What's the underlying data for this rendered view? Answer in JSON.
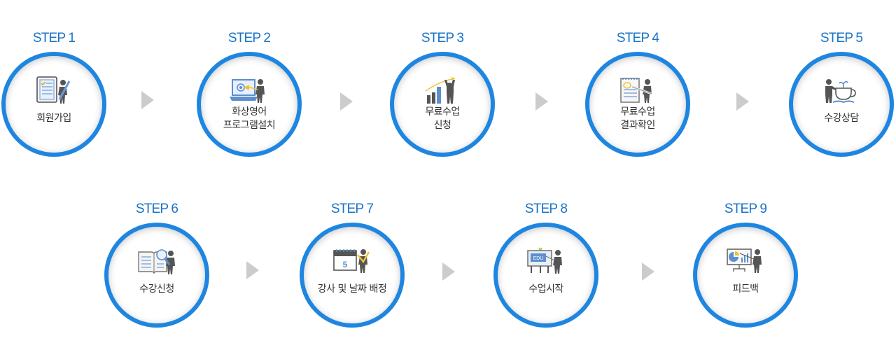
{
  "colors": {
    "accent": "#1e86e0",
    "step_label": "#1a73c6",
    "text": "#333333",
    "arrow": "#cccccc"
  },
  "steps": [
    {
      "label": "STEP 1",
      "title_lines": [
        "회원가입"
      ],
      "icon": "signup-clipboard-icon"
    },
    {
      "label": "STEP 2",
      "title_lines": [
        "화상영어",
        "프로그램설치"
      ],
      "icon": "laptop-install-icon"
    },
    {
      "label": "STEP 3",
      "title_lines": [
        "무료수업",
        "신청"
      ],
      "icon": "growth-chart-icon"
    },
    {
      "label": "STEP 4",
      "title_lines": [
        "무료수업",
        "결과확인"
      ],
      "icon": "notepad-check-icon"
    },
    {
      "label": "STEP 5",
      "title_lines": [
        "수강상담"
      ],
      "icon": "coffee-consult-icon"
    },
    {
      "label": "STEP 6",
      "title_lines": [
        "수강신청"
      ],
      "icon": "book-search-icon"
    },
    {
      "label": "STEP 7",
      "title_lines": [
        "강사 및 날짜 배정"
      ],
      "icon": "calendar-assign-icon",
      "calendar_day": "5"
    },
    {
      "label": "STEP 8",
      "title_lines": [
        "수업시작"
      ],
      "icon": "classroom-board-icon",
      "board_text": "EDU"
    },
    {
      "label": "STEP 9",
      "title_lines": [
        "피드백"
      ],
      "icon": "presentation-feedback-icon"
    }
  ],
  "arrows": [
    "next-arrow",
    "next-arrow",
    "next-arrow",
    "next-arrow",
    "next-arrow",
    "next-arrow",
    "next-arrow"
  ]
}
